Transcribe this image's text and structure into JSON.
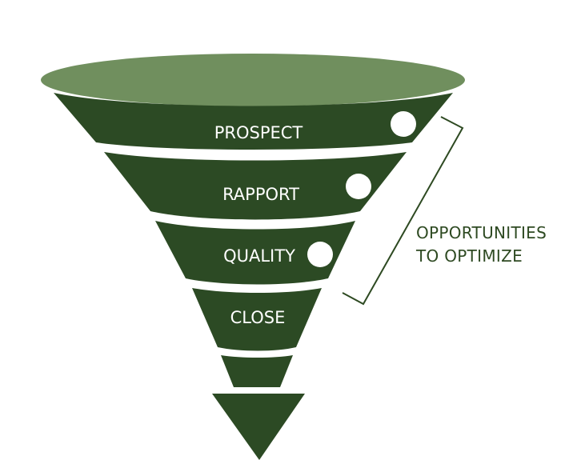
{
  "colors": {
    "funnel_rim": "#708f5e",
    "funnel_body": "#2c4a24",
    "separator": "#ffffff",
    "marker": "#ffffff",
    "bracket": "#2e4a22",
    "callout_text": "#2e4a22"
  },
  "stages": [
    {
      "label": "PROSPECT",
      "has_marker": true
    },
    {
      "label": "RAPPORT",
      "has_marker": true
    },
    {
      "label": "QUALITY",
      "has_marker": true
    },
    {
      "label": "CLOSE",
      "has_marker": false
    },
    {
      "label": "",
      "has_marker": false
    },
    {
      "label": "",
      "has_marker": false
    }
  ],
  "callout": {
    "line1": "OPPORTUNITIES",
    "line2": "TO OPTIMIZE"
  }
}
